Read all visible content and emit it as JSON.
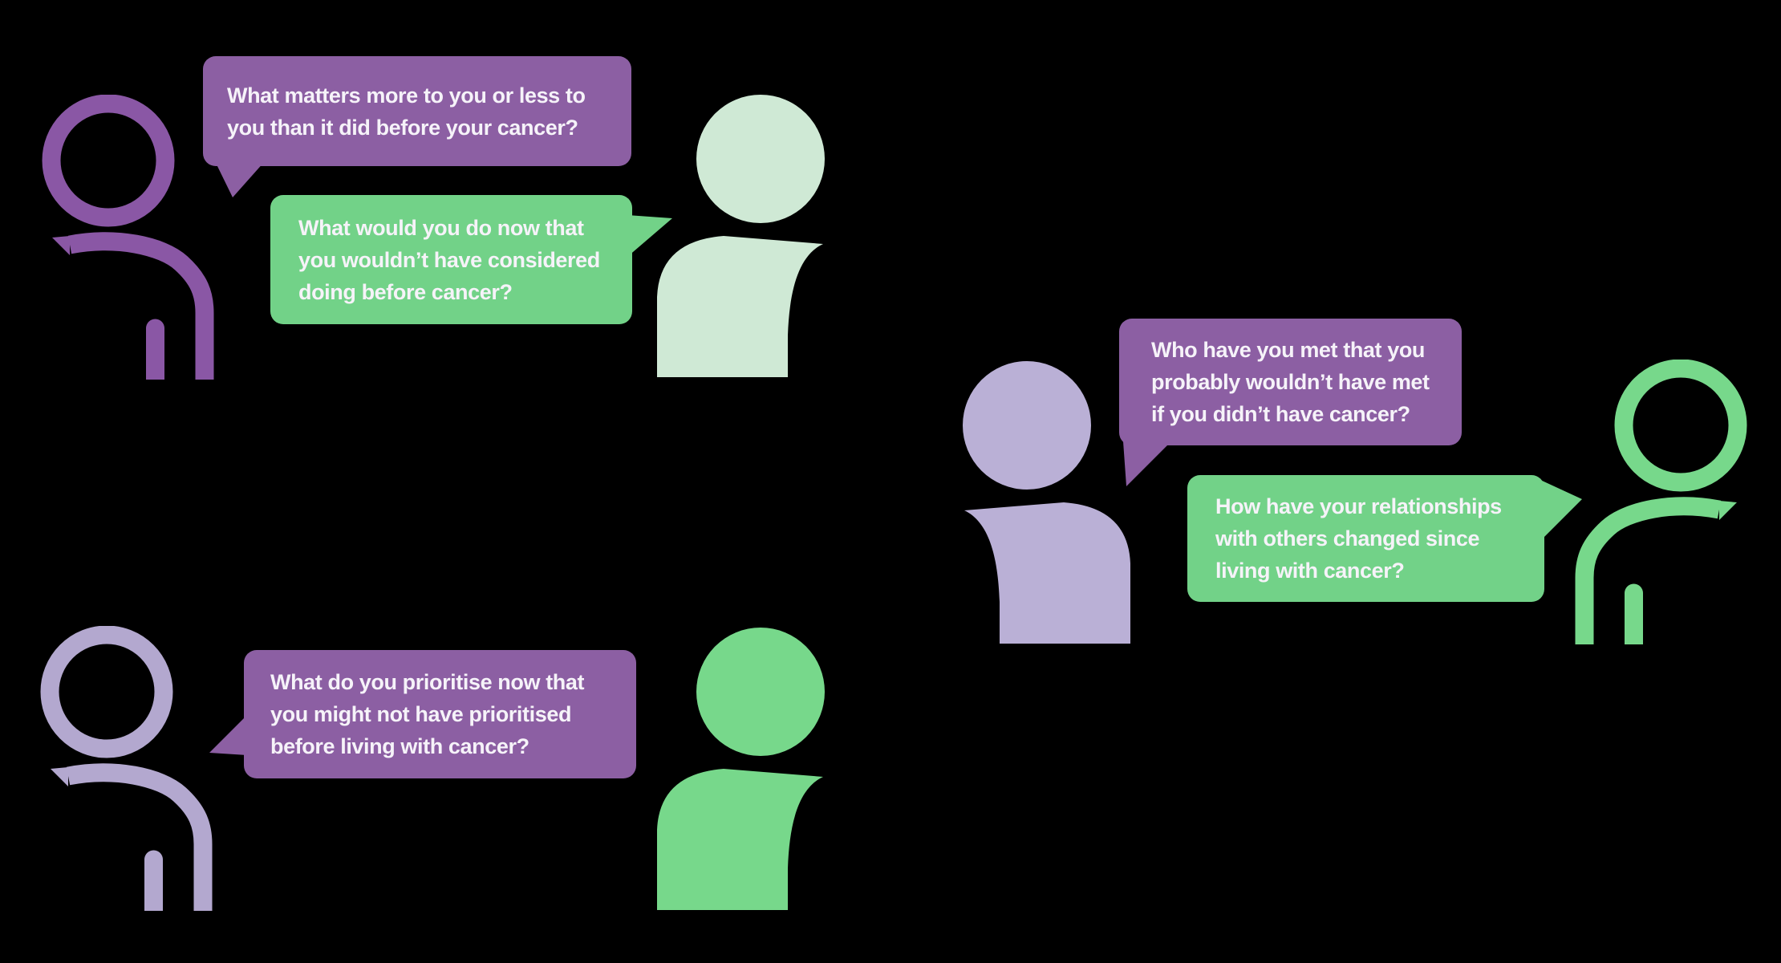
{
  "palette": {
    "background": "#000000",
    "bubble_purple": "#8c5fa3",
    "bubble_green": "#72d288",
    "bubble_text": "#f6f3f9",
    "person_purple_outline": "#8a57a5",
    "person_green_outline": "#77d88b",
    "person_green_fill": "#77d88b",
    "person_pale_green_fill": "#cfe9d5",
    "person_lavender_fill": "#bab0d6",
    "person_lavender_outline": "#b3a8cf"
  },
  "conversations": [
    {
      "id": "what-matters-now",
      "left_person": "purple-outline-person",
      "right_person": "pale-green-filled-person",
      "questions": [
        {
          "speaker": "purple",
          "lines": [
            "What matters more to you or less to",
            "you than it did before your cancer?"
          ]
        },
        {
          "speaker": "green",
          "lines": [
            "What would you do now that",
            "you wouldn’t have considered",
            "doing before cancer?"
          ]
        }
      ]
    },
    {
      "id": "relationships",
      "left_person": "lavender-filled-person",
      "right_person": "green-outline-person",
      "questions": [
        {
          "speaker": "purple",
          "lines": [
            "Who have you met that you",
            "probably wouldn’t have met",
            "if you didn’t have cancer?"
          ]
        },
        {
          "speaker": "green",
          "lines": [
            "How have your relationships",
            "with others changed since",
            "living with cancer?"
          ]
        }
      ]
    },
    {
      "id": "priorities",
      "left_person": "lavender-outline-person",
      "right_person": "green-filled-person",
      "questions": [
        {
          "speaker": "purple",
          "lines": [
            "What do you prioritise now that",
            "you might not have prioritised",
            "before living with cancer?"
          ]
        }
      ]
    }
  ]
}
